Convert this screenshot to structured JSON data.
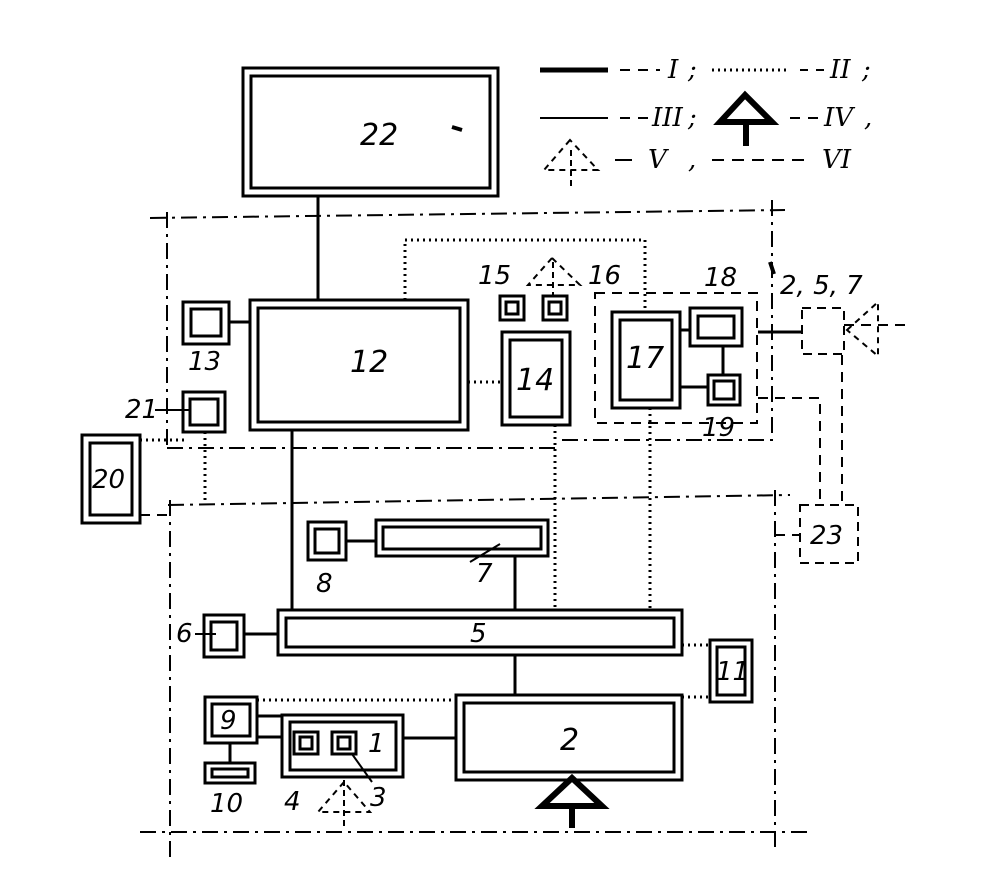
{
  "legend": [
    {
      "roman": "I",
      "line": "solid"
    },
    {
      "roman": "II",
      "line": "dotted"
    },
    {
      "roman": "III",
      "line": "thin"
    },
    {
      "roman": "IV",
      "line": "antenna-solid"
    },
    {
      "roman": "V",
      "line": "antenna-dashed"
    },
    {
      "roman": "VI",
      "line": "dashed"
    }
  ],
  "legend_separators": [
    ";",
    ",",
    ","
  ],
  "blocks": {
    "b1": "1",
    "b2": "2",
    "b3": "3",
    "b4": "4",
    "b5": "5",
    "b6": "6",
    "b7": "7",
    "b8": "8",
    "b9": "9",
    "b10": "10",
    "b11": "11",
    "b12": "12",
    "b13": "13",
    "b14": "14",
    "b15": "15",
    "b16": "16",
    "b17": "17",
    "b18": "18",
    "b19": "19",
    "b20": "20",
    "b21": "21",
    "b22": "22",
    "b23": "23"
  },
  "external_ref": "2, 5, 7"
}
